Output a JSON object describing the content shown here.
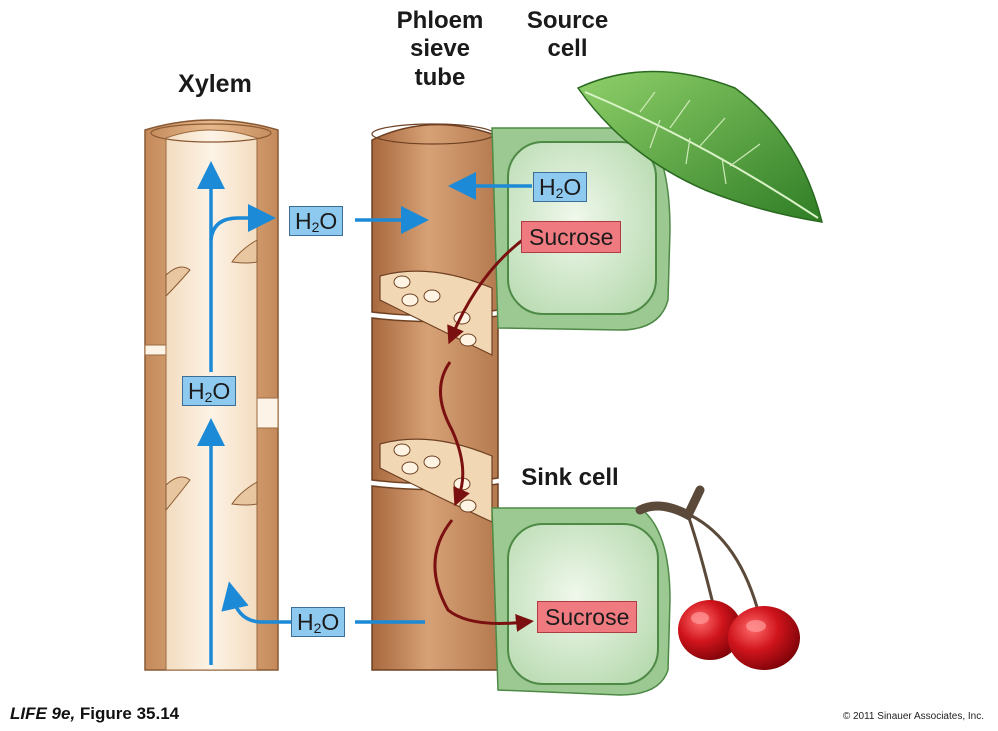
{
  "labels": {
    "xylem": "Xylem",
    "phloem_line1": "Phloem",
    "phloem_line2": "sieve",
    "phloem_line3": "tube",
    "source_line1": "Source",
    "source_line2": "cell",
    "sink": "Sink cell"
  },
  "boxes": {
    "h2o_main": "H",
    "h2o_sub": "2",
    "h2o_tail": "O",
    "sucrose": "Sucrose"
  },
  "caption": {
    "italic": "LIFE 9e,",
    "rest": " Figure 35.14",
    "copyright": "© 2011 Sinauer Associates, Inc."
  },
  "colors": {
    "water_arrow": "#1c8ad6",
    "sucrose_arrow": "#7a1010",
    "h2o_box": "#8ec9ef",
    "sucrose_box": "#ef7b80",
    "cell_green": "#b9dcb2",
    "phloem_brown": "#c98f62",
    "xylem_tan": "#e8c7a0"
  }
}
